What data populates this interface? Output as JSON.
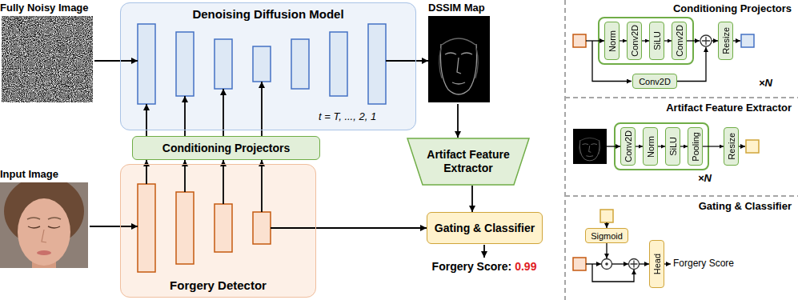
{
  "diagram": {
    "nodes": [
      {
        "text": [
          "Fully Noisy Image"
        ]
      },
      {
        "text": [
          "Denoising Diffusion Model"
        ]
      },
      {
        "text": [
          "DSSIM Map"
        ]
      },
      {
        "text": [
          "Conditioning Projectors"
        ]
      },
      {
        "text": [
          "Artifact Feature Extractor"
        ]
      },
      {
        "text": [
          "Input Image"
        ]
      },
      {
        "text": [
          "Forgery Detector"
        ]
      },
      {
        "text": [
          "Gating & Classifier"
        ]
      },
      {
        "text": [
          "Conditioning Projectors"
        ]
      },
      {
        "text": [
          "Norm"
        ],
        "in": 8
      },
      {
        "text": [
          "Conv2D"
        ],
        "in": 8
      },
      {
        "text": [
          "SiLU"
        ],
        "in": 8
      },
      {
        "text": [
          "Conv2D"
        ],
        "in": 8
      },
      {
        "text": [
          "Resize"
        ],
        "in": 8
      },
      {
        "text": [
          "Conv2D"
        ],
        "in": 8
      },
      {
        "text": [
          "Artifact Feature Extractor"
        ]
      },
      {
        "text": [
          "Conv2D"
        ],
        "in": 15
      },
      {
        "text": [
          "Norm"
        ],
        "in": 15
      },
      {
        "text": [
          "SiLU"
        ],
        "in": 15
      },
      {
        "text": [
          "Pooling"
        ],
        "in": 15
      },
      {
        "text": [
          "Resize"
        ],
        "in": 15
      },
      {
        "text": [
          "Gating & Classifier"
        ]
      },
      {
        "text": [
          "Sigmoid"
        ],
        "in": 21
      },
      {
        "text": [
          "Head"
        ],
        "in": 21
      }
    ],
    "edges": [
      {
        "from": 0,
        "to": 1,
        "arrow": "to"
      },
      {
        "from": 1,
        "to": 2,
        "arrow": "to"
      },
      {
        "from": 3,
        "to": 1,
        "arrow": "to"
      },
      {
        "from": 3,
        "to": 1,
        "arrow": "to"
      },
      {
        "from": 3,
        "to": 1,
        "arrow": "to"
      },
      {
        "from": 3,
        "to": 1,
        "arrow": "to"
      },
      {
        "from": 2,
        "to": 4,
        "arrow": "to"
      },
      {
        "from": 4,
        "to": 7,
        "arrow": "to"
      },
      {
        "from": 5,
        "to": 6,
        "arrow": "to"
      },
      {
        "from": 6,
        "to": 3,
        "arrow": "to"
      },
      {
        "from": 6,
        "to": 3,
        "arrow": "to"
      },
      {
        "from": 6,
        "to": 3,
        "arrow": "to"
      },
      {
        "from": 6,
        "to": 3,
        "arrow": "to"
      },
      {
        "from": 6,
        "to": 7,
        "arrow": "to"
      },
      {
        "from": 9,
        "to": 10,
        "arrow": "to"
      },
      {
        "from": 10,
        "to": 11,
        "arrow": "to"
      },
      {
        "from": 11,
        "to": 12,
        "arrow": "to"
      },
      {
        "from": 16,
        "to": 17,
        "arrow": "to"
      },
      {
        "from": 17,
        "to": 18,
        "arrow": "to"
      },
      {
        "from": 18,
        "to": 19,
        "arrow": "to"
      },
      {
        "from": 19,
        "to": 20,
        "arrow": "to"
      }
    ],
    "labels": [
      "t = T, ..., 2, 1",
      "Forgery Score:",
      "0.99",
      "×N",
      "×N",
      "Forgery Score"
    ]
  }
}
